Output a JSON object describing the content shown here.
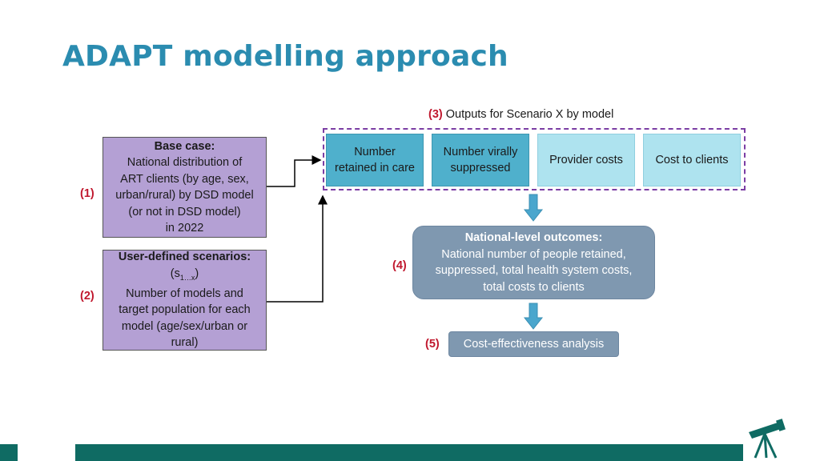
{
  "title": "ADAPT modelling approach",
  "outputs": {
    "number": "(3)",
    "caption": "Outputs for Scenario X by model",
    "boxes": [
      "Number retained in care",
      "Number virally suppressed",
      "Provider costs",
      "Cost to clients"
    ],
    "box_lines": [
      [
        "Number",
        "retained in care"
      ],
      [
        "Number virally",
        "suppressed"
      ],
      [
        "Provider costs"
      ],
      [
        "Cost to clients"
      ]
    ]
  },
  "base_case": {
    "number": "(1)",
    "heading": "Base case:",
    "lines": [
      "National distribution of",
      "ART clients (by age, sex,",
      "urban/rural) by DSD model",
      "(or not in DSD model)",
      "in 2022"
    ]
  },
  "scenarios": {
    "number": "(2)",
    "heading": "User-defined scenarios:",
    "s_prefix": "(s",
    "s_sub": "1…x",
    "s_suffix": ")",
    "lines": [
      "Number of models and",
      "target population for each",
      "model (age/sex/urban or",
      "rural)"
    ]
  },
  "national": {
    "number": "(4)",
    "heading": "National-level outcomes:",
    "lines": [
      "National number of people retained,",
      "suppressed, total health system costs,",
      "total costs to clients"
    ]
  },
  "cea": {
    "number": "(5)",
    "label": "Cost-effectiveness analysis"
  },
  "colors": {
    "title": "#2b8cb0",
    "purple_box": "#b4a0d4",
    "teal_box": "#4fb0cc",
    "light_box": "#aee3ef",
    "navy_box": "#7f98b0",
    "number_red": "#c0182e",
    "dashed_border": "#7b3ea4",
    "arrow": "#4aa6cd",
    "footer": "#0f6b63"
  },
  "icons": [
    "telescope-icon",
    "down-arrow-icon",
    "right-arrow-icon",
    "up-arrow-icon"
  ]
}
